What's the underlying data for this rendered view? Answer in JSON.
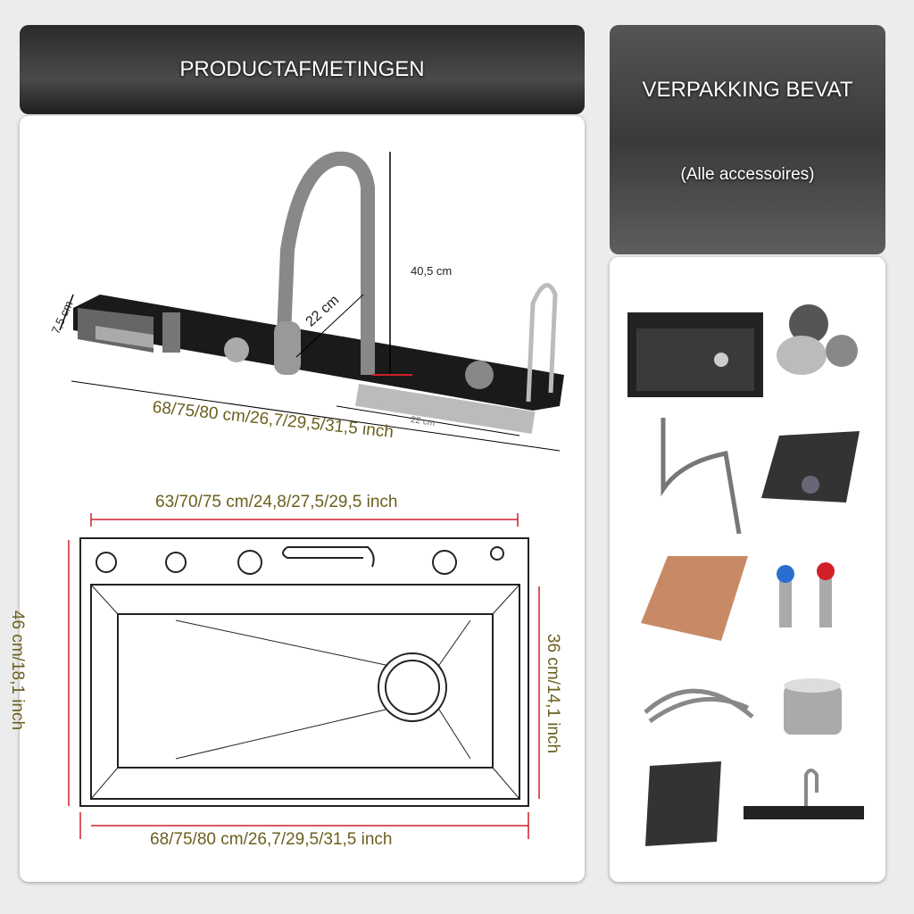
{
  "headers": {
    "dimensions": "PRODUCTAFMETINGEN",
    "package": "VERPAKKING BEVAT",
    "package_sub": "(Alle accessoires)"
  },
  "top_view": {
    "height": "40,5 cm",
    "faucet_reach": "22 cm",
    "depth": "7,5 cm",
    "tray": "22 cm",
    "length": "68/75/80 cm/26,7/29,5/31,5 inch"
  },
  "plan_view": {
    "inner_width": "63/70/75 cm/24,8/27,5/29,5 inch",
    "outer_depth": "46 cm/18,1 inch",
    "inner_depth": "36 cm/14,1 inch",
    "outer_width": "68/75/80 cm/26,7/29,5/31,5 inch"
  },
  "colors": {
    "dimension_text": "#6b5f1e",
    "arrow_red": "#d0202a"
  },
  "accessories": [
    "sink",
    "strainer-basket",
    "drain-pipe",
    "drain-basket",
    "cutting-board",
    "angle-valves",
    "water-hoses",
    "cup-washer",
    "drying-rack",
    "faucet-set"
  ]
}
